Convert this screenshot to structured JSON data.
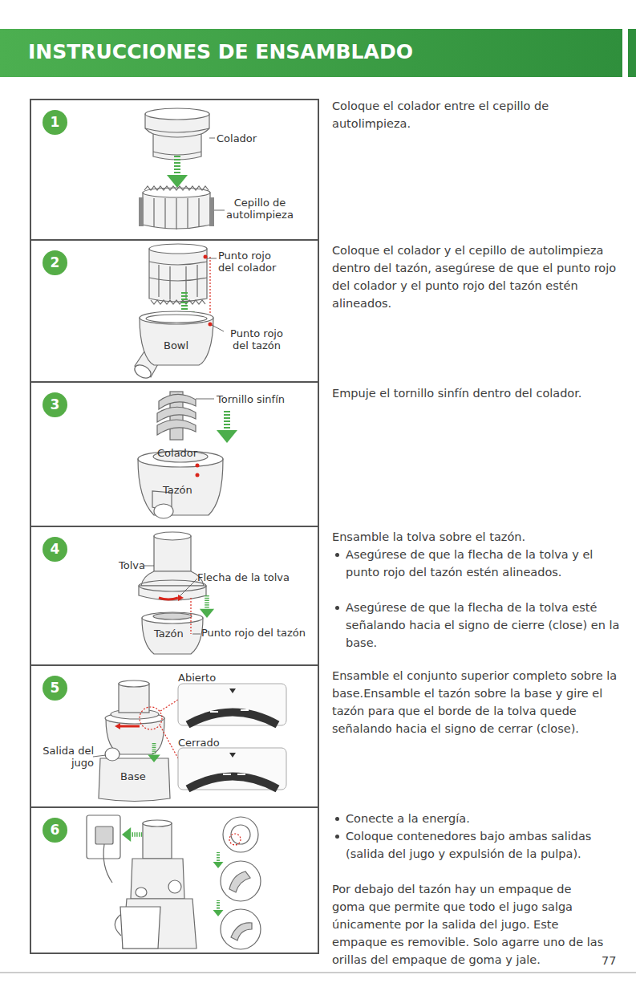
{
  "diagram": {
    "title": "INSTRUCCIONES DE ENSAMBLADO",
    "nodes": [
      {
        "text": [
          "Colador",
          "Cepillo de autolimpieza"
        ]
      },
      {
        "text": [
          "1"
        ],
        "in": 0
      },
      {
        "text": [
          "Punto rojo del colador",
          "Bowl",
          "Punto rojo del tazón"
        ]
      },
      {
        "text": [
          "2"
        ],
        "in": 2
      },
      {
        "text": [
          "Tornillo sinfín",
          "Colador",
          "Tazón"
        ]
      },
      {
        "text": [
          "3"
        ],
        "in": 4
      },
      {
        "text": [
          "Tolva",
          "Flecha de la tolva",
          "Tazón",
          "Punto rojo del tazón"
        ]
      },
      {
        "text": [
          "4"
        ],
        "in": 6
      },
      {
        "text": [
          "Abierto",
          "Cerrado",
          "Salida del jugo",
          "Base"
        ]
      },
      {
        "text": [
          "5"
        ],
        "in": 8
      },
      {
        "text": []
      },
      {
        "text": [
          "6"
        ],
        "in": 10
      }
    ],
    "labels": [
      "Coloque el colador entre el cepillo de autolimpieza.",
      "Coloque el colador y el cepillo de autolimpieza dentro del tazón, asegúrese de que el punto rojo del colador y el punto rojo del tazón estén alineados.",
      "Empuje el tornillo sinfín dentro del colador.",
      "Ensamble la tolva sobre el tazón.",
      "Asegúrese de que la flecha de la tolva y el punto rojo del tazón estén alineados.",
      "Asegúrese de que la flecha de la tolva esté señalando hacia el signo de cierre (close) en la base.",
      "Ensamble el conjunto superior completo sobre la base.Ensamble el tazón sobre la base y gire el tazón para que el borde de la tolva quede señalando hacia el signo de cerrar (close).",
      "Conecte a la energía.",
      "Coloque contenedores bajo ambas salidas (salida del jugo y expulsión de la pulpa).",
      "Por debajo del tazón hay un empaque de goma que permite que todo el jugo salga únicamente por la salida del jugo. Este empaque es removible. Solo agarre uno de las orillas del empaque de goma y jale.",
      "77"
    ]
  }
}
